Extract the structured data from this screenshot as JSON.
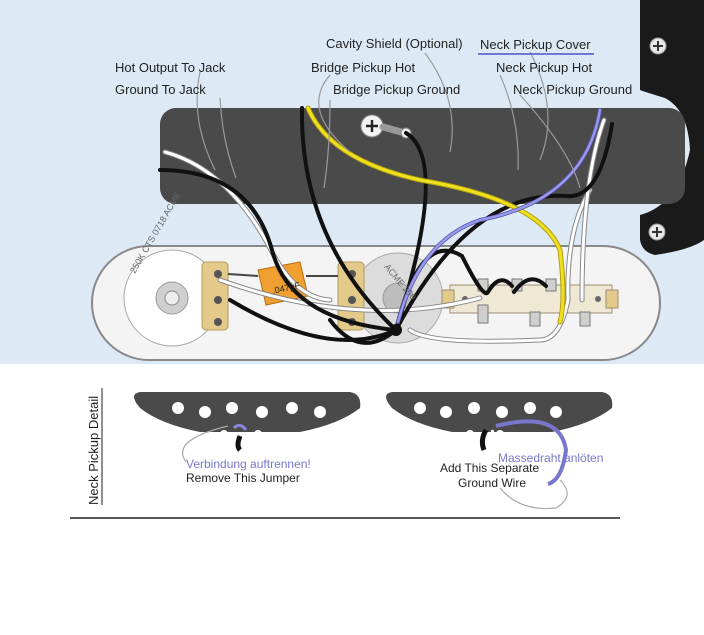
{
  "labels": {
    "cavity_shield": "Cavity Shield (Optional)",
    "neck_pickup_cover": "Neck Pickup Cover",
    "hot_output_to_jack": "Hot Output To Jack",
    "bridge_pickup_hot": "Bridge Pickup Hot",
    "neck_pickup_hot": "Neck Pickup Hot",
    "ground_to_jack": "Ground To Jack",
    "bridge_pickup_ground": "Bridge Pickup Ground",
    "neck_pickup_ground": "Neck Pickup Ground"
  },
  "components": {
    "pot1_text": "250K CTS 0718 ACME",
    "pot2_text": "ACME 250",
    "cap_value": ".047µF"
  },
  "detail": {
    "section_title": "Neck Pickup Detail",
    "left": {
      "german_note": "Verbindung auftrennen!",
      "instruction": "Remove This Jumper"
    },
    "right": {
      "german_note": "Massedraht anlöten",
      "instruction_line1": "Add This Separate",
      "instruction_line2": "Ground Wire"
    }
  },
  "colors": {
    "background_panel": "#ddeaf6",
    "plate": "#f4f4f4",
    "pickup": "#4a4a4a",
    "wire_yellow": "#f0e020",
    "wire_blue": "#8888dd",
    "wire_black": "#111111",
    "wire_white": "#ffffff",
    "annotation_blue": "#7777cc"
  }
}
